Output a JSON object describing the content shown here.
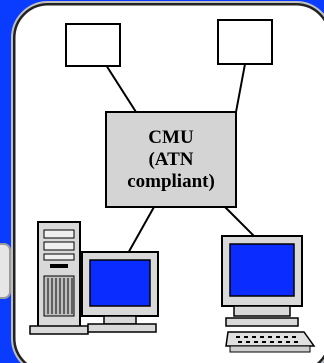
{
  "diagram": {
    "cmu": {
      "line1": "CMU",
      "line2": "(ATN",
      "line3": "compliant)"
    },
    "colors": {
      "background": "#0a3cff",
      "panel": "#ffffff",
      "cmu_fill": "#d4d4d4",
      "screen": "#0a2cff"
    },
    "nodes": [
      {
        "name": "top-left-box"
      },
      {
        "name": "top-right-box"
      },
      {
        "name": "desktop-workstation"
      },
      {
        "name": "monitor-keyboard-terminal"
      }
    ]
  }
}
